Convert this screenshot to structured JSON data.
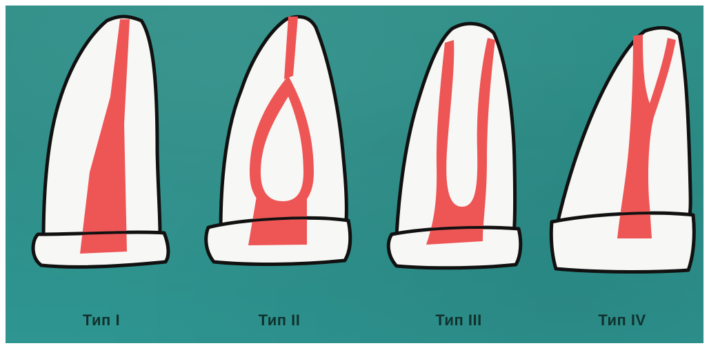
{
  "labels": {
    "type1": "Тип I",
    "type2": "Тип II",
    "type3": "Тип III",
    "type4": "Тип IV"
  },
  "colors": {
    "background": "#2f8f88",
    "tooth": "#f7f7f5",
    "outline": "#111111",
    "canal": "#ee5555"
  }
}
